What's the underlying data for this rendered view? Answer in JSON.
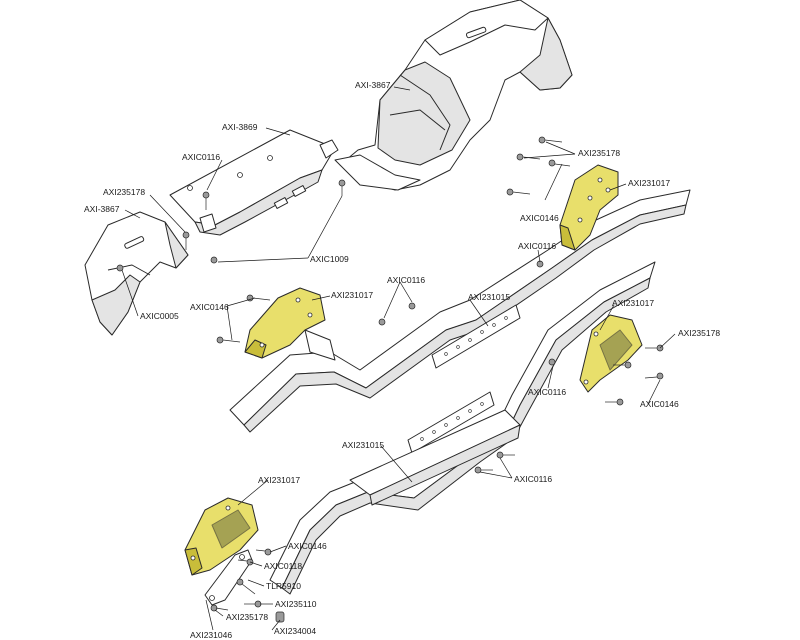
{
  "colors": {
    "bracket_fill": "#e8df6b",
    "bracket_shadow": "#c9bd3a",
    "line": "#2a2a2a",
    "panel_shade": "#e4e4e4",
    "background": "#ffffff"
  },
  "labels": {
    "axi3867_top": "AXI-3867",
    "axi3869": "AXI-3869",
    "axic0116_tray": "AXIC0116",
    "axi235178_left": "AXI235178",
    "axi3867_left": "AXI-3867",
    "axic1009": "AXIC1009",
    "axic0005": "AXIC0005",
    "axi235178_top": "AXI235178",
    "axi231017_top": "AXI231017",
    "axic0146_top": "AXIC0146",
    "axic0116_rail": "AXIC0116",
    "axic0146_mid": "AXIC0146",
    "axi231017_mid": "AXI231017",
    "axic0116_mid": "AXIC0116",
    "axi231015_mid": "AXI231015",
    "axi231017_right": "AXI231017",
    "axi235178_right": "AXI235178",
    "axic0116_right": "AXIC0116",
    "axic0146_right": "AXIC0146",
    "axi231015_low": "AXI231015",
    "axic0116_low": "AXIC0116",
    "axi231017_low": "AXI231017",
    "axic0146_low": "AXIC0146",
    "axic0118": "AXIC0118",
    "tlr5910": "TLR5910",
    "axi235110": "AXI235110",
    "axi235178_low": "AXI235178",
    "axi234004": "AXI234004",
    "axi231046": "AXI231046"
  }
}
